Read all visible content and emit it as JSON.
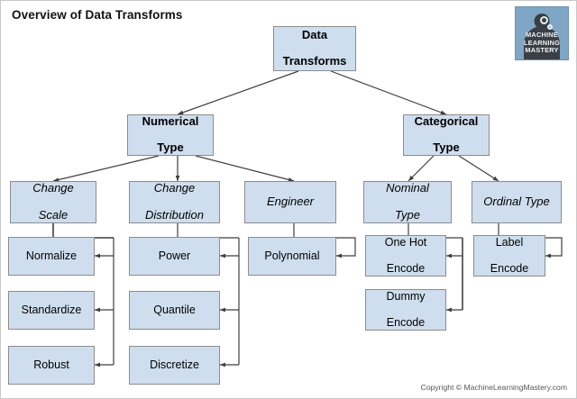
{
  "page": {
    "title": "Overview of Data Transforms",
    "copyright": "Copyright © MachineLearningMastery.com",
    "background": "#ffffff",
    "node_fill": "#cfdeee",
    "node_border": "#8c8c8c",
    "edge_color": "#3f3f3f"
  },
  "logo": {
    "name": "machine-learning-mastery-logo",
    "line1": "MACHINE",
    "line2": "LEARNING",
    "line3": "MASTERY",
    "background": "#7fa6c4",
    "silhouette": "#3a3f45"
  },
  "nodes": {
    "root": {
      "label": "Data\nTransforms",
      "line1": "Data",
      "line2": "Transforms"
    },
    "numerical": {
      "label": "Numerical Type",
      "line1": "Numerical",
      "line2": "Type"
    },
    "categorical": {
      "label": "Categorical Type",
      "line1": "Categorical",
      "line2": "Type"
    },
    "change_scale": {
      "label": "Change Scale",
      "line1": "Change",
      "line2": "Scale"
    },
    "change_distribution": {
      "label": "Change Distribution",
      "line1": "Change",
      "line2": "Distribution"
    },
    "engineer": {
      "label": "Engineer",
      "line1": "Engineer",
      "line2": ""
    },
    "nominal": {
      "label": "Nominal Type",
      "line1": "Nominal",
      "line2": "Type"
    },
    "ordinal": {
      "label": "Ordinal Type",
      "line1": "Ordinal Type",
      "line2": ""
    },
    "normalize": {
      "label": "Normalize",
      "line1": "Normalize",
      "line2": ""
    },
    "standardize": {
      "label": "Standardize",
      "line1": "Standardize",
      "line2": ""
    },
    "robust": {
      "label": "Robust",
      "line1": "Robust",
      "line2": ""
    },
    "power": {
      "label": "Power",
      "line1": "Power",
      "line2": ""
    },
    "quantile": {
      "label": "Quantile",
      "line1": "Quantile",
      "line2": ""
    },
    "discretize": {
      "label": "Discretize",
      "line1": "Discretize",
      "line2": ""
    },
    "polynomial": {
      "label": "Polynomial",
      "line1": "Polynomial",
      "line2": ""
    },
    "one_hot_encode": {
      "label": "One Hot Encode",
      "line1": "One Hot",
      "line2": "Encode"
    },
    "dummy_encode": {
      "label": "Dummy Encode",
      "line1": "Dummy",
      "line2": "Encode"
    },
    "label_encode": {
      "label": "Label Encode",
      "line1": "Label",
      "line2": "Encode"
    }
  },
  "chart_data": {
    "type": "diagram",
    "title": "Overview of Data Transforms",
    "diagram_kind": "tree",
    "nodes": [
      "Data Transforms",
      "Numerical Type",
      "Categorical Type",
      "Change Scale",
      "Change Distribution",
      "Engineer",
      "Nominal Type",
      "Ordinal Type",
      "Normalize",
      "Standardize",
      "Robust",
      "Power",
      "Quantile",
      "Discretize",
      "Polynomial",
      "One Hot Encode",
      "Dummy Encode",
      "Label Encode"
    ],
    "edges": [
      [
        "Data Transforms",
        "Numerical Type"
      ],
      [
        "Data Transforms",
        "Categorical Type"
      ],
      [
        "Numerical Type",
        "Change Scale"
      ],
      [
        "Numerical Type",
        "Change Distribution"
      ],
      [
        "Numerical Type",
        "Engineer"
      ],
      [
        "Categorical Type",
        "Nominal Type"
      ],
      [
        "Categorical Type",
        "Ordinal Type"
      ],
      [
        "Change Scale",
        "Normalize"
      ],
      [
        "Change Scale",
        "Standardize"
      ],
      [
        "Change Scale",
        "Robust"
      ],
      [
        "Change Distribution",
        "Power"
      ],
      [
        "Change Distribution",
        "Quantile"
      ],
      [
        "Change Distribution",
        "Discretize"
      ],
      [
        "Engineer",
        "Polynomial"
      ],
      [
        "Nominal Type",
        "One Hot Encode"
      ],
      [
        "Nominal Type",
        "Dummy Encode"
      ],
      [
        "Ordinal Type",
        "Label Encode"
      ]
    ]
  }
}
